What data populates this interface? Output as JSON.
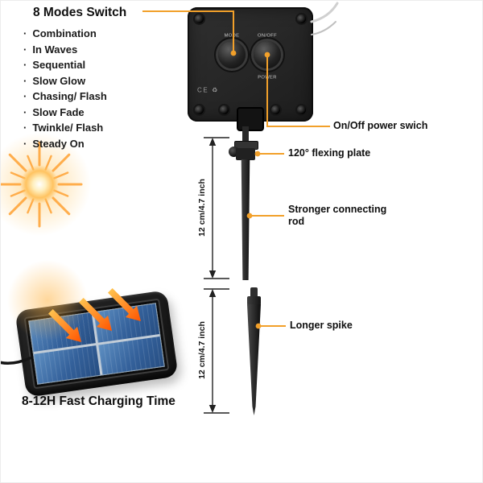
{
  "accent_color": "#f2a02a",
  "modes": {
    "title": "8 Modes Switch",
    "bullet": "·",
    "items": [
      "Combination",
      "In Waves",
      "Sequential",
      "Slow Glow",
      "Chasing/ Flash",
      "Slow Fade",
      "Twinkle/ Flash",
      "Steady On"
    ]
  },
  "device": {
    "mode_knob_label": "MODE",
    "onoff_knob_label": "ON/OFF",
    "power_print": "POWER",
    "cert_marks": "CE ♻"
  },
  "callouts": {
    "power_switch": "On/Off power swich",
    "flexing_plate": "120° flexing plate",
    "connecting_rod": "Stronger connecting rod",
    "longer_spike": "Longer spike"
  },
  "dimensions": {
    "rod": "12 cm/4.7 inch",
    "spike": "12 cm/4.7 inch"
  },
  "charging": {
    "caption": "8-12H Fast Charging Time"
  }
}
